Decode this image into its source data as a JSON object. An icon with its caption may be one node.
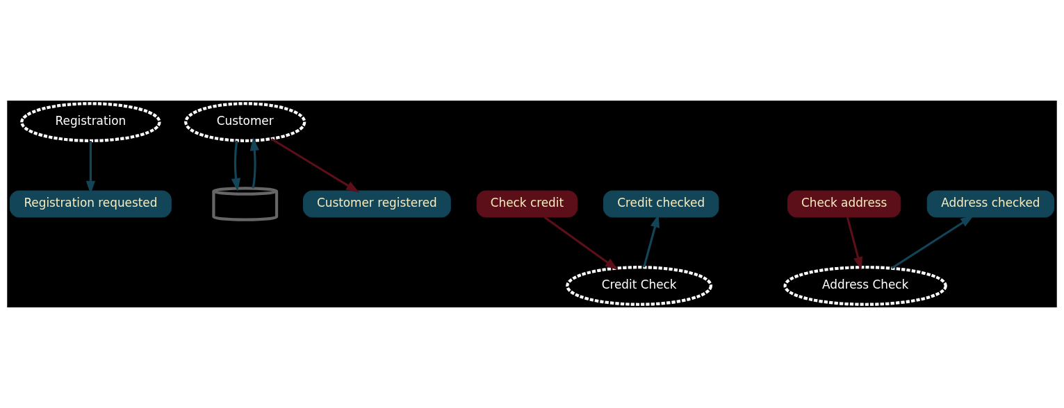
{
  "diagram": {
    "nodes": [
      {
        "text": [
          "Registration"
        ]
      },
      {
        "text": [
          "Customer"
        ]
      },
      {
        "text": [],
        "shape": "cylinder"
      },
      {
        "text": [
          "Registration requested"
        ]
      },
      {
        "text": [
          "Check credit"
        ]
      },
      {
        "text": [
          "Credit checked"
        ]
      },
      {
        "text": [
          "Check address"
        ]
      },
      {
        "text": [
          "Address checked"
        ]
      },
      {
        "text": [
          "Customer registered"
        ]
      },
      {
        "text": [
          "Credit Check"
        ]
      },
      {
        "text": [
          "Address Check"
        ]
      }
    ],
    "edges": [
      {
        "from": 0,
        "to": 3,
        "arrow": "to"
      },
      {
        "from": 4,
        "to": 9,
        "arrow": "to",
        "color": "#5c0f19"
      },
      {
        "from": 9,
        "to": 5,
        "arrow": "to"
      },
      {
        "from": 6,
        "to": 10,
        "arrow": "to",
        "color": "#5c0f19"
      },
      {
        "from": 10,
        "to": 7,
        "arrow": "to"
      },
      {
        "from": 2,
        "to": 1,
        "arrow": "to"
      },
      {
        "from": 1,
        "to": 8,
        "arrow": "to",
        "color": "#5c0f19"
      },
      {
        "from": 1,
        "to": 2,
        "arrow": "to"
      }
    ]
  }
}
